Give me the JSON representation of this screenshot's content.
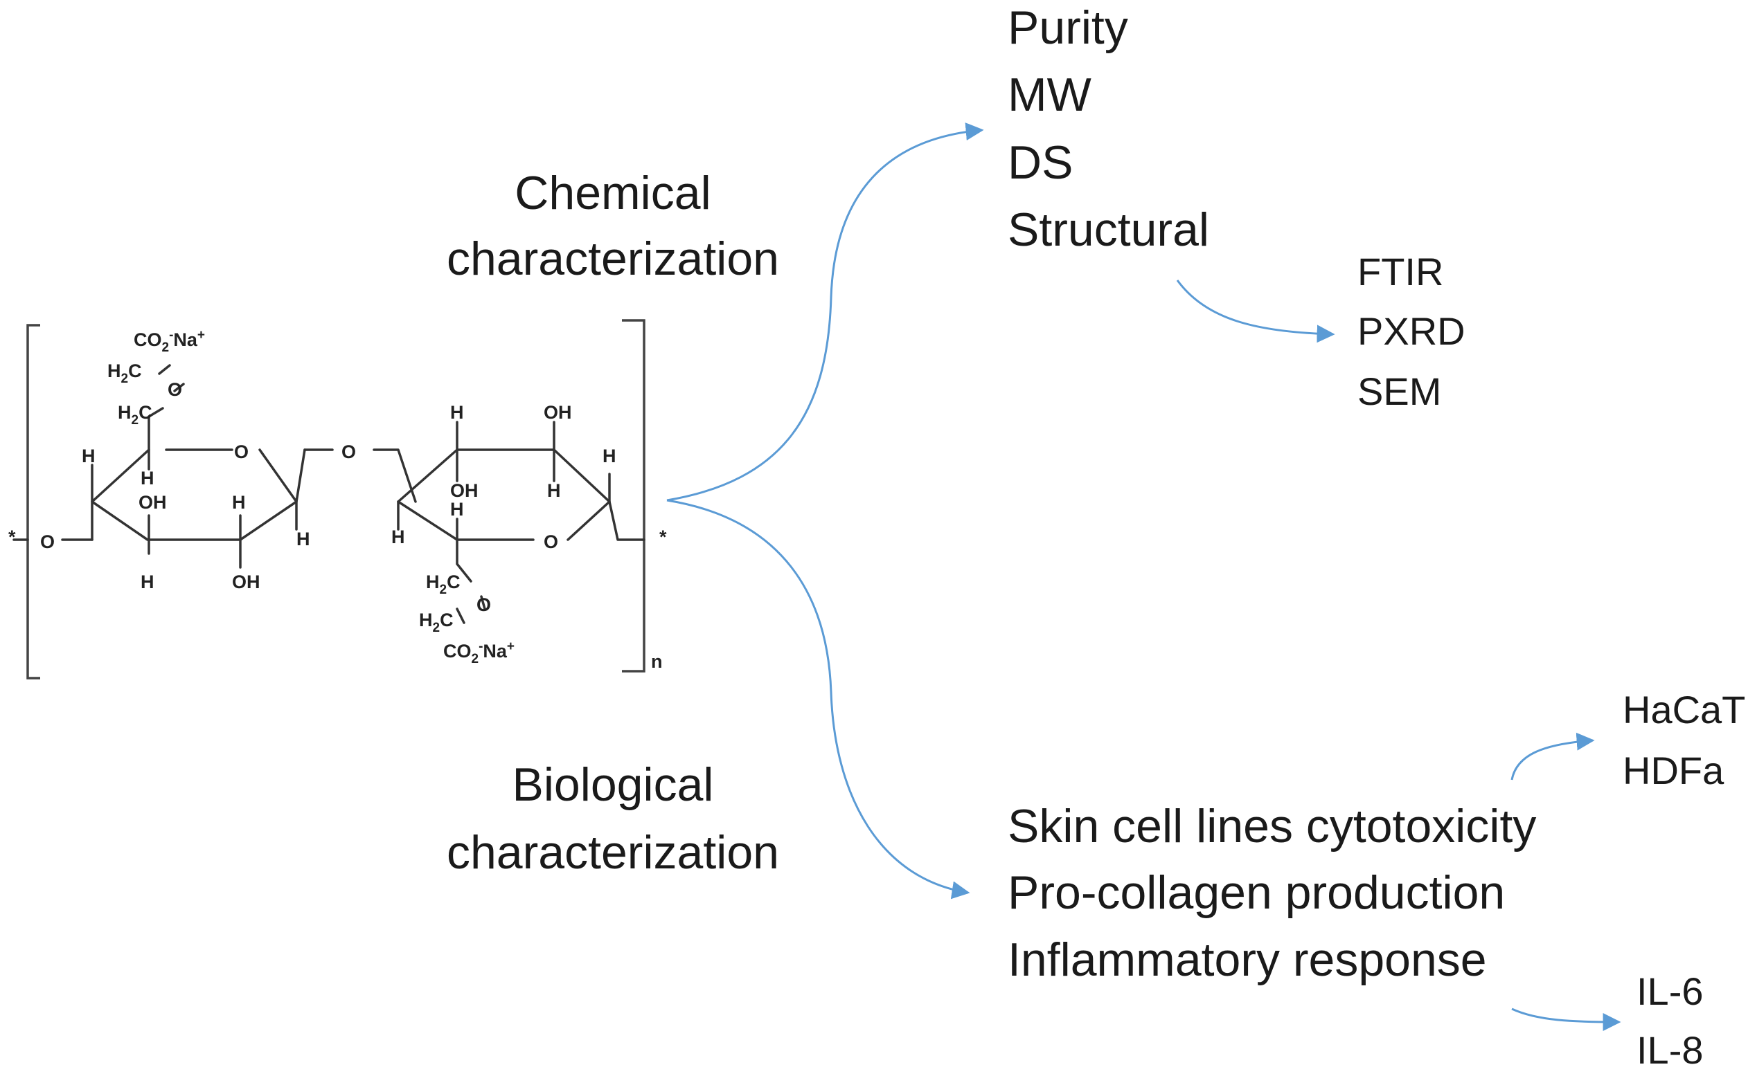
{
  "colors": {
    "arrow": "#5b9bd5",
    "text": "#1a1a1a",
    "structure": "#333333"
  },
  "branches": {
    "chemical": {
      "line1": "Chemical",
      "line2": "characterization"
    },
    "biological": {
      "line1": "Biological",
      "line2": "characterization"
    }
  },
  "chemical_items": [
    "Purity",
    "MW",
    "DS",
    "Structural"
  ],
  "structural_methods": [
    "FTIR",
    "PXRD",
    "SEM"
  ],
  "biological_items": [
    "Skin cell lines cytotoxicity",
    "Pro-collagen production",
    "Inflammatory response"
  ],
  "cell_lines": [
    "HaCaT",
    "HDFa"
  ],
  "interleukins": [
    "IL-6",
    "IL-8"
  ],
  "structure": {
    "repeat": "n",
    "end": "*",
    "labels": {
      "o": "O",
      "h": "H",
      "oh": "OH",
      "ch2": "H",
      "ch2_sub": "2",
      "ch2_c": "C",
      "co2": "CO",
      "co2_sub": "2",
      "co2_sup_minus": "-",
      "na": "Na",
      "na_sup": "+"
    }
  }
}
